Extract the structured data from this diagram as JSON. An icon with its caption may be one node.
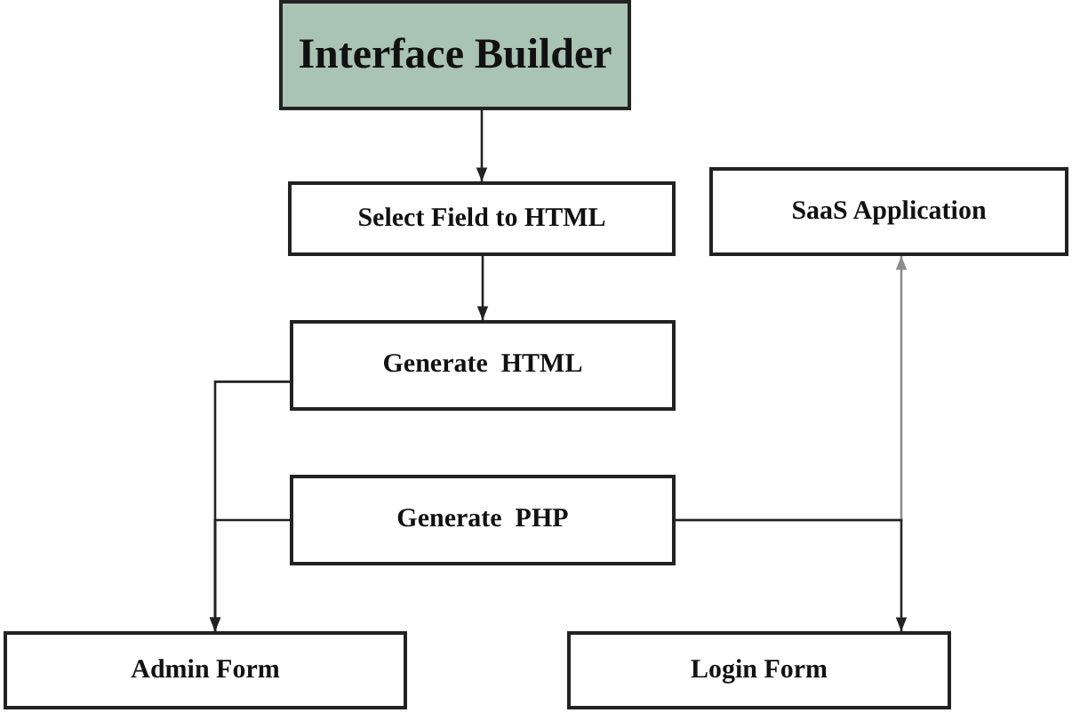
{
  "diagram": {
    "nodes": [
      {
        "text": [
          "Interface Builder"
        ]
      },
      {
        "text": [
          "Select Field to HTML"
        ]
      },
      {
        "text": [
          "SaaS Application"
        ]
      },
      {
        "text": [
          "Generate  HTML"
        ]
      },
      {
        "text": [
          "Generate  PHP"
        ]
      },
      {
        "text": [
          "Admin Form"
        ]
      },
      {
        "text": [
          "Login Form"
        ]
      }
    ],
    "edges": [
      {
        "from": 0,
        "to": 1,
        "arrow": "to"
      },
      {
        "from": 1,
        "to": 3,
        "arrow": "to"
      },
      {
        "from": 3,
        "to": 5,
        "arrow": "to"
      },
      {
        "from": 4,
        "to": 5,
        "arrow": "to"
      },
      {
        "from": 4,
        "to": 2,
        "arrow": "to",
        "color": "#8c8c8c"
      },
      {
        "from": 4,
        "to": 6,
        "arrow": "to"
      }
    ]
  }
}
